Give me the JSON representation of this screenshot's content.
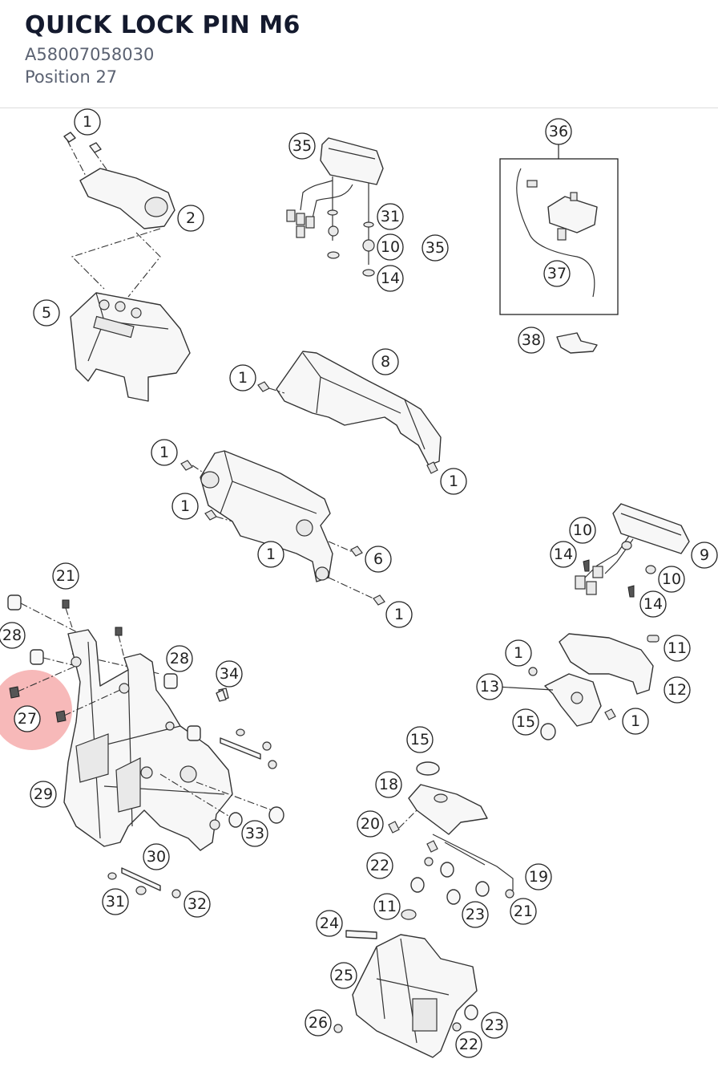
{
  "header": {
    "title": "QUICK LOCK PIN M6",
    "part_number": "A58007058030",
    "position": "Position 27"
  },
  "highlight": {
    "callout": "27",
    "color": "#f08080"
  },
  "callouts": [
    "1",
    "1",
    "2",
    "5",
    "35",
    "31",
    "10",
    "35",
    "14",
    "36",
    "37",
    "38",
    "8",
    "1",
    "1",
    "1",
    "1",
    "6",
    "1",
    "1",
    "10",
    "14",
    "9",
    "10",
    "14",
    "21",
    "28",
    "28",
    "34",
    "27",
    "29",
    "30",
    "31",
    "32",
    "33",
    "1",
    "11",
    "13",
    "12",
    "15",
    "1",
    "15",
    "18",
    "20",
    "22",
    "19",
    "11",
    "23",
    "21",
    "24",
    "25",
    "26",
    "23",
    "22"
  ]
}
